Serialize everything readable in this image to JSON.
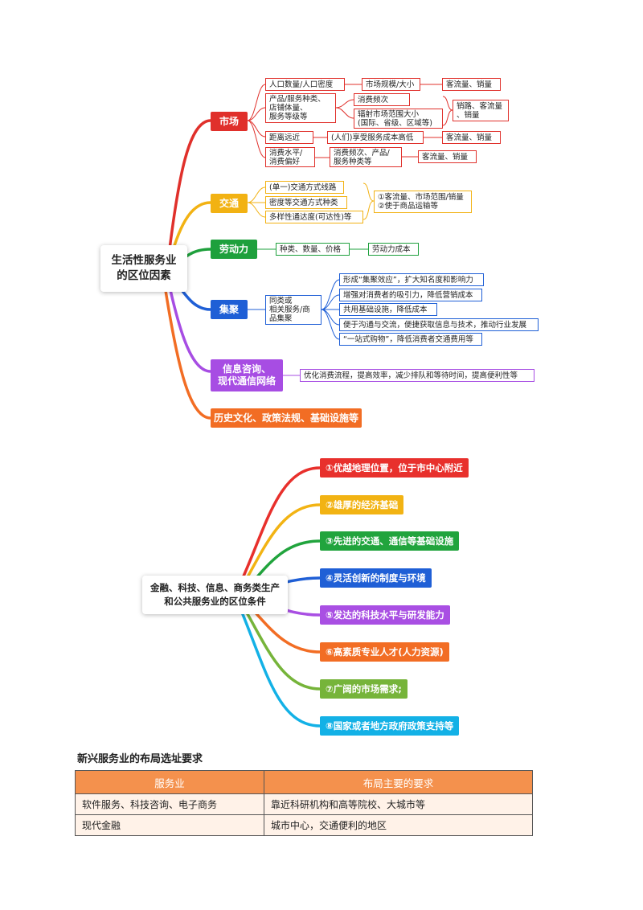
{
  "map1": {
    "root": "生活性服务业\n的区位因素",
    "colors": {
      "market": "#e0302b",
      "traffic": "#f2b213",
      "labor": "#1ea03c",
      "cluster": "#1f5fd6",
      "info": "#a74de3",
      "history": "#f26d24"
    },
    "market": {
      "label": "市场",
      "r1": [
        "人口数量/人口密度",
        "市场规模/大小",
        "客流量、销量"
      ],
      "r2": [
        "产品/服务种类、\n店铺体量、\n服务等级等",
        "消费频次",
        "辐射市场范围大小\n(国际、省级、区域等)",
        "销路、客流量\n、销量"
      ],
      "r3": [
        "距离远近",
        "(人们)享受服务成本高低",
        "客流量、销量"
      ],
      "r4": [
        "消费水平/\n消费偏好",
        "消费频次、产品/\n服务种类等",
        "客流量、销量"
      ]
    },
    "traffic": {
      "label": "交通",
      "items": [
        "(单一)交通方式线路",
        "密度等交通方式种类",
        "多样性通达度(可达性)等"
      ],
      "result": "①客流量、市场范围/销量\n②使于商品运输等"
    },
    "labor": {
      "label": "劳动力",
      "items": [
        "种类、数量、价格",
        "劳动力成本"
      ]
    },
    "cluster": {
      "label": "集聚",
      "mid": "同类或\n相关服务/商\n品集聚",
      "items": [
        "形成“集聚效应”，扩大知名度和影响力",
        "增强对消费者的吸引力，降低营销成本",
        "共用基础设施，降低成本",
        "便于沟通与交流，便捷获取信息与技术，推动行业发展",
        "“一站式购物”，降低消费者交通费用等"
      ]
    },
    "info": {
      "label": "信息咨询、\n现代通信网络",
      "item": "优化消费流程，提高效率，减少排队和等待时间，提高便利性等"
    },
    "history": {
      "label": "历史文化、政策法规、基础设施等"
    }
  },
  "map2": {
    "root": "金融、科技、信息、商务类生产\n和公共服务业的区位条件",
    "items": [
      {
        "text": "①优越地理位置，位于市中心附近",
        "color": "#e8302c"
      },
      {
        "text": "②雄厚的经济基础",
        "color": "#f2b313"
      },
      {
        "text": "③先进的交通、通信等基础设施",
        "color": "#21a43d"
      },
      {
        "text": "④灵活创新的制度与环境",
        "color": "#1f5fd6"
      },
      {
        "text": "⑤发达的科技水平与研发能力",
        "color": "#a94fe3"
      },
      {
        "text": "⑥高素质专业人才(人力资源)",
        "color": "#f26d24"
      },
      {
        "text": "⑦广阔的市场需求;",
        "color": "#76b43a"
      },
      {
        "text": "⑧国家或者地方政府政策支持等",
        "color": "#13b1e6"
      }
    ]
  },
  "table": {
    "title": "新兴服务业的布局选址要求",
    "headers": [
      "服务业",
      "布局主要的要求"
    ],
    "rows": [
      [
        "软件服务、科技咨询、电子商务",
        "靠近科研机构和高等院校、大城市等"
      ],
      [
        "现代金融",
        "城市中心，交通便利的地区"
      ]
    ]
  }
}
